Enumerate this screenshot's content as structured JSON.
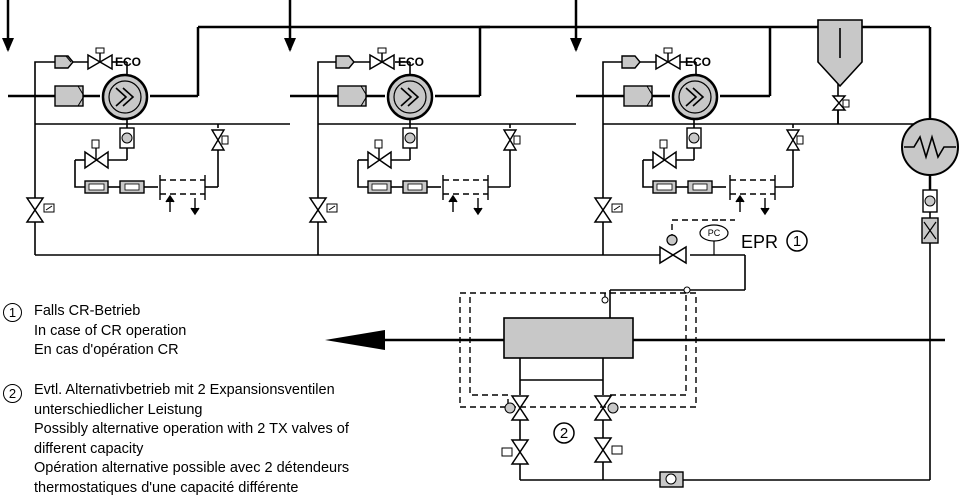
{
  "units": [
    {
      "eco_label": "ECO"
    },
    {
      "eco_label": "ECO"
    },
    {
      "eco_label": "ECO"
    }
  ],
  "controller": {
    "pc_label": "PC",
    "epr_label": "EPR",
    "epr_number": "1"
  },
  "alt_valves_number": "2",
  "notes": [
    {
      "number": "1",
      "lines": [
        "Falls CR-Betrieb",
        "In case of CR operation",
        "En cas d'opération CR"
      ]
    },
    {
      "number": "2",
      "lines": [
        "Evtl. Alternativbetrieb mit 2 Expansionsventilen",
        "unterschiedlicher Leistung",
        "Possibly alternative operation with 2 TX valves of",
        "different capacity",
        "Opération alternative possible avec 2 détendeurs",
        "thermostatiques d'une capacité différente"
      ]
    }
  ]
}
